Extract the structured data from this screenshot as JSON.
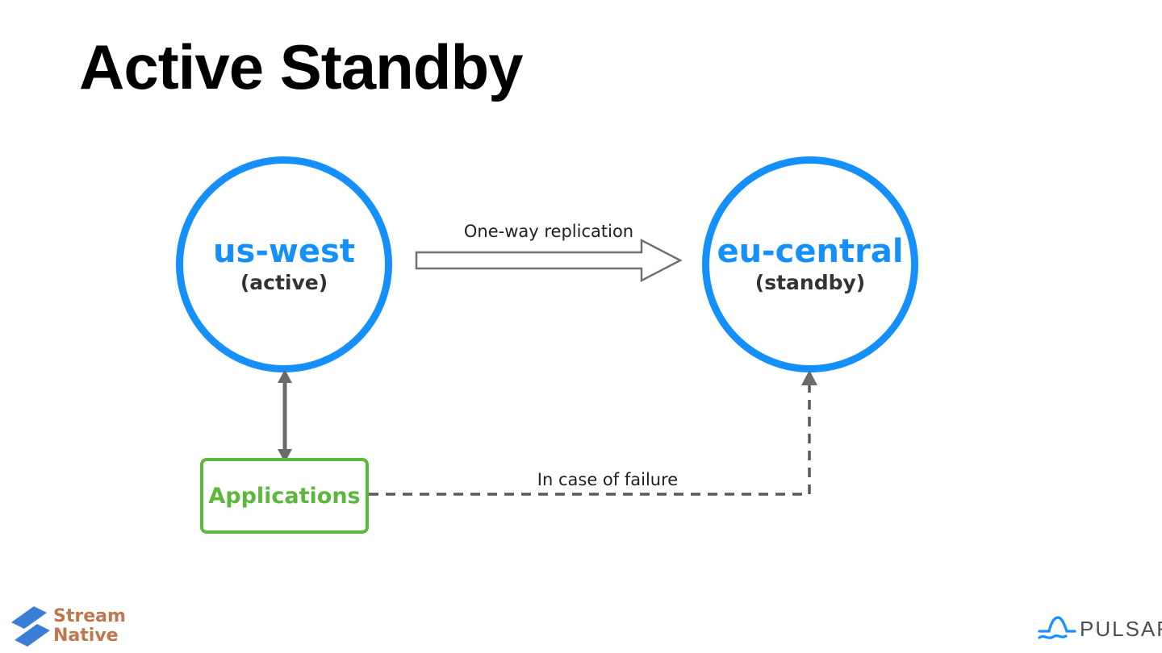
{
  "slide": {
    "title": "Active Standby",
    "background": "#ffffff"
  },
  "diagram": {
    "left_cluster": {
      "name": "us-west",
      "role": "(active)"
    },
    "right_cluster": {
      "name": "eu-central",
      "role": "(standby)"
    },
    "replication_label": "One-way replication",
    "failure_label": "In case of failure",
    "applications_label": "Applications"
  },
  "colors": {
    "cluster_blue": "#1590fb",
    "applications_green": "#5cb83c",
    "solid_arrow_gray": "#6a6a6a",
    "hollow_arrow_outline": "#707070",
    "dashed_line_gray": "#595959",
    "title_black": "#000000"
  },
  "footer": {
    "streamnative": {
      "line1": "Stream",
      "line2": "Native",
      "text_color": "#bf7750",
      "logo_blue": "#3a7fd5",
      "icon": "streamnative-s-icon"
    },
    "pulsar": {
      "wordmark": "PULSAR",
      "text_color": "#484f56",
      "logo_blue": "#188fff",
      "icon": "pulsar-wave-icon"
    }
  }
}
